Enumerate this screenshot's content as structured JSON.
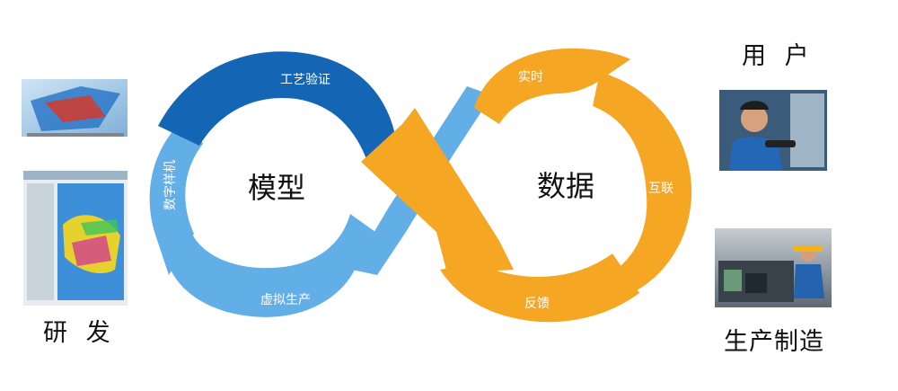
{
  "left_loop": {
    "center_label": "模型",
    "segments": {
      "top": "工艺验证",
      "left": "数字样机",
      "bottom": "虚拟生产"
    }
  },
  "right_loop": {
    "center_label": "数据",
    "segments": {
      "top": "实时",
      "right": "互联",
      "bottom": "反馈"
    }
  },
  "side_labels": {
    "rd": "研 发",
    "user": "用 户",
    "manufacturing": "生产制造"
  },
  "colors": {
    "dark_blue": "#1565b5",
    "light_blue": "#62aee6",
    "orange": "#f5a623",
    "text_white": "#ffffff",
    "text_dark": "#111111"
  }
}
